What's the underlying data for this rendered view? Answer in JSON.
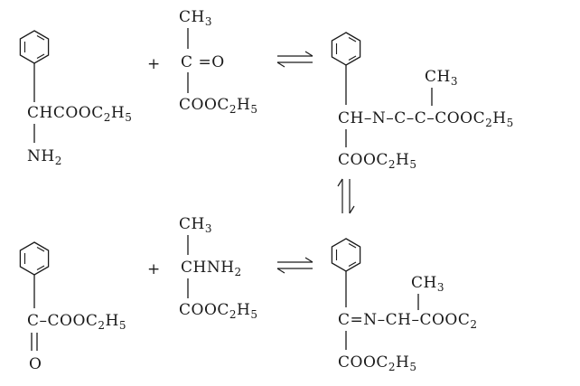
{
  "reactions": {
    "r1": {
      "reactant1": {
        "line1": "CHCOOC",
        "line1_sub": "2",
        "line1_end": "H",
        "line1_end_sub": "5",
        "line2": "NH",
        "line2_sub": "2"
      },
      "plus": "+",
      "reactant2": {
        "top": "CH",
        "top_sub": "3",
        "middle": "C",
        "middle_eq": "=O",
        "bottom": "COOC",
        "bottom_sub": "2",
        "bottom_end": "H",
        "bottom_end_sub": "5"
      },
      "product": {
        "methyl": "CH",
        "methyl_sub": "3",
        "chain": "CH–N–C–C–COOC",
        "chain_sub": "2",
        "chain_end": "H",
        "chain_end_sub": "5",
        "ester": "COOC",
        "ester_sub": "2",
        "ester_end": "H",
        "ester_end_sub": "5"
      }
    },
    "r2": {
      "reactant1": {
        "line1": "C–COOC",
        "line1_sub": "2",
        "line1_end": "H",
        "line1_end_sub": "5",
        "oxygen": "O"
      },
      "plus": "+",
      "reactant2": {
        "top": "CH",
        "top_sub": "3",
        "middle": "CHNH",
        "middle_sub": "2",
        "bottom": "COOC",
        "bottom_sub": "2",
        "bottom_end": "H",
        "bottom_end_sub": "5"
      },
      "product": {
        "methyl": "CH",
        "methyl_sub": "3",
        "chain": "C=N–CH–COOC",
        "chain_sub": "2",
        "ester": "COOC",
        "ester_sub": "2",
        "ester_end": "H",
        "ester_end_sub": "5"
      }
    }
  },
  "icons": {
    "benzene": "benzene-ring-icon",
    "equilibrium": "equilibrium-arrows-icon"
  },
  "colors": {
    "ink": "#1a1a1a",
    "background": "#ffffff"
  }
}
